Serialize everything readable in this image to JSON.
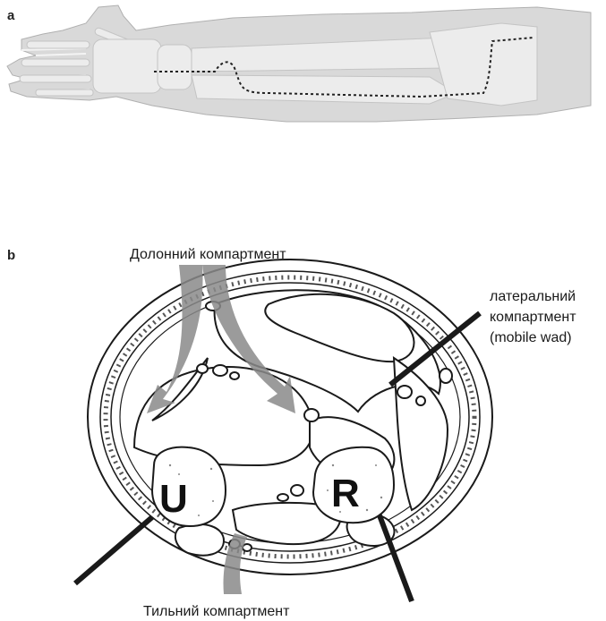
{
  "panels": {
    "a": {
      "letter": "a"
    },
    "b": {
      "letter": "b"
    }
  },
  "labels": {
    "volar": "Долонний компартмент",
    "lateral_line1": "латеральний",
    "lateral_line2": "компартмент",
    "lateral_line3": "(mobile wad)",
    "dorsal": "Тильний компартмент"
  },
  "bones": {
    "ulna": "U",
    "radius": "R"
  },
  "colors": {
    "skin": "#d9d9d9",
    "bone": "#ececec",
    "arrow": "#8a8a8a",
    "line": "#1a1a1a"
  }
}
